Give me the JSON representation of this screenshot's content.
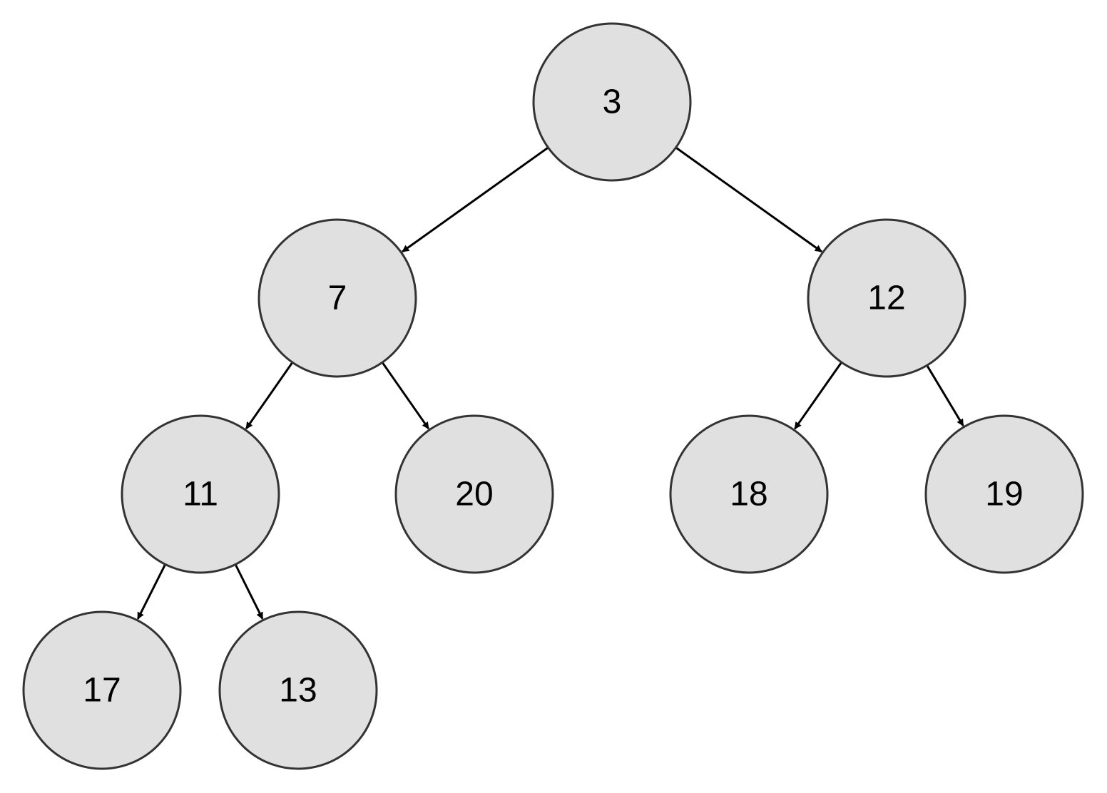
{
  "colors": {
    "node_fill": "#e0e0e0",
    "node_stroke": "#333333",
    "edge": "#000000",
    "label": "#000000"
  },
  "tree": {
    "nodes": [
      {
        "id": "n3",
        "label": "3"
      },
      {
        "id": "n7",
        "label": "7"
      },
      {
        "id": "n12",
        "label": "12"
      },
      {
        "id": "n11",
        "label": "11"
      },
      {
        "id": "n20",
        "label": "20"
      },
      {
        "id": "n18",
        "label": "18"
      },
      {
        "id": "n19",
        "label": "19"
      },
      {
        "id": "n17",
        "label": "17"
      },
      {
        "id": "n13",
        "label": "13"
      }
    ],
    "edges": [
      {
        "from": "n3",
        "to": "n7"
      },
      {
        "from": "n3",
        "to": "n12"
      },
      {
        "from": "n7",
        "to": "n11"
      },
      {
        "from": "n7",
        "to": "n20"
      },
      {
        "from": "n12",
        "to": "n18"
      },
      {
        "from": "n12",
        "to": "n19"
      },
      {
        "from": "n11",
        "to": "n17"
      },
      {
        "from": "n11",
        "to": "n13"
      }
    ]
  }
}
